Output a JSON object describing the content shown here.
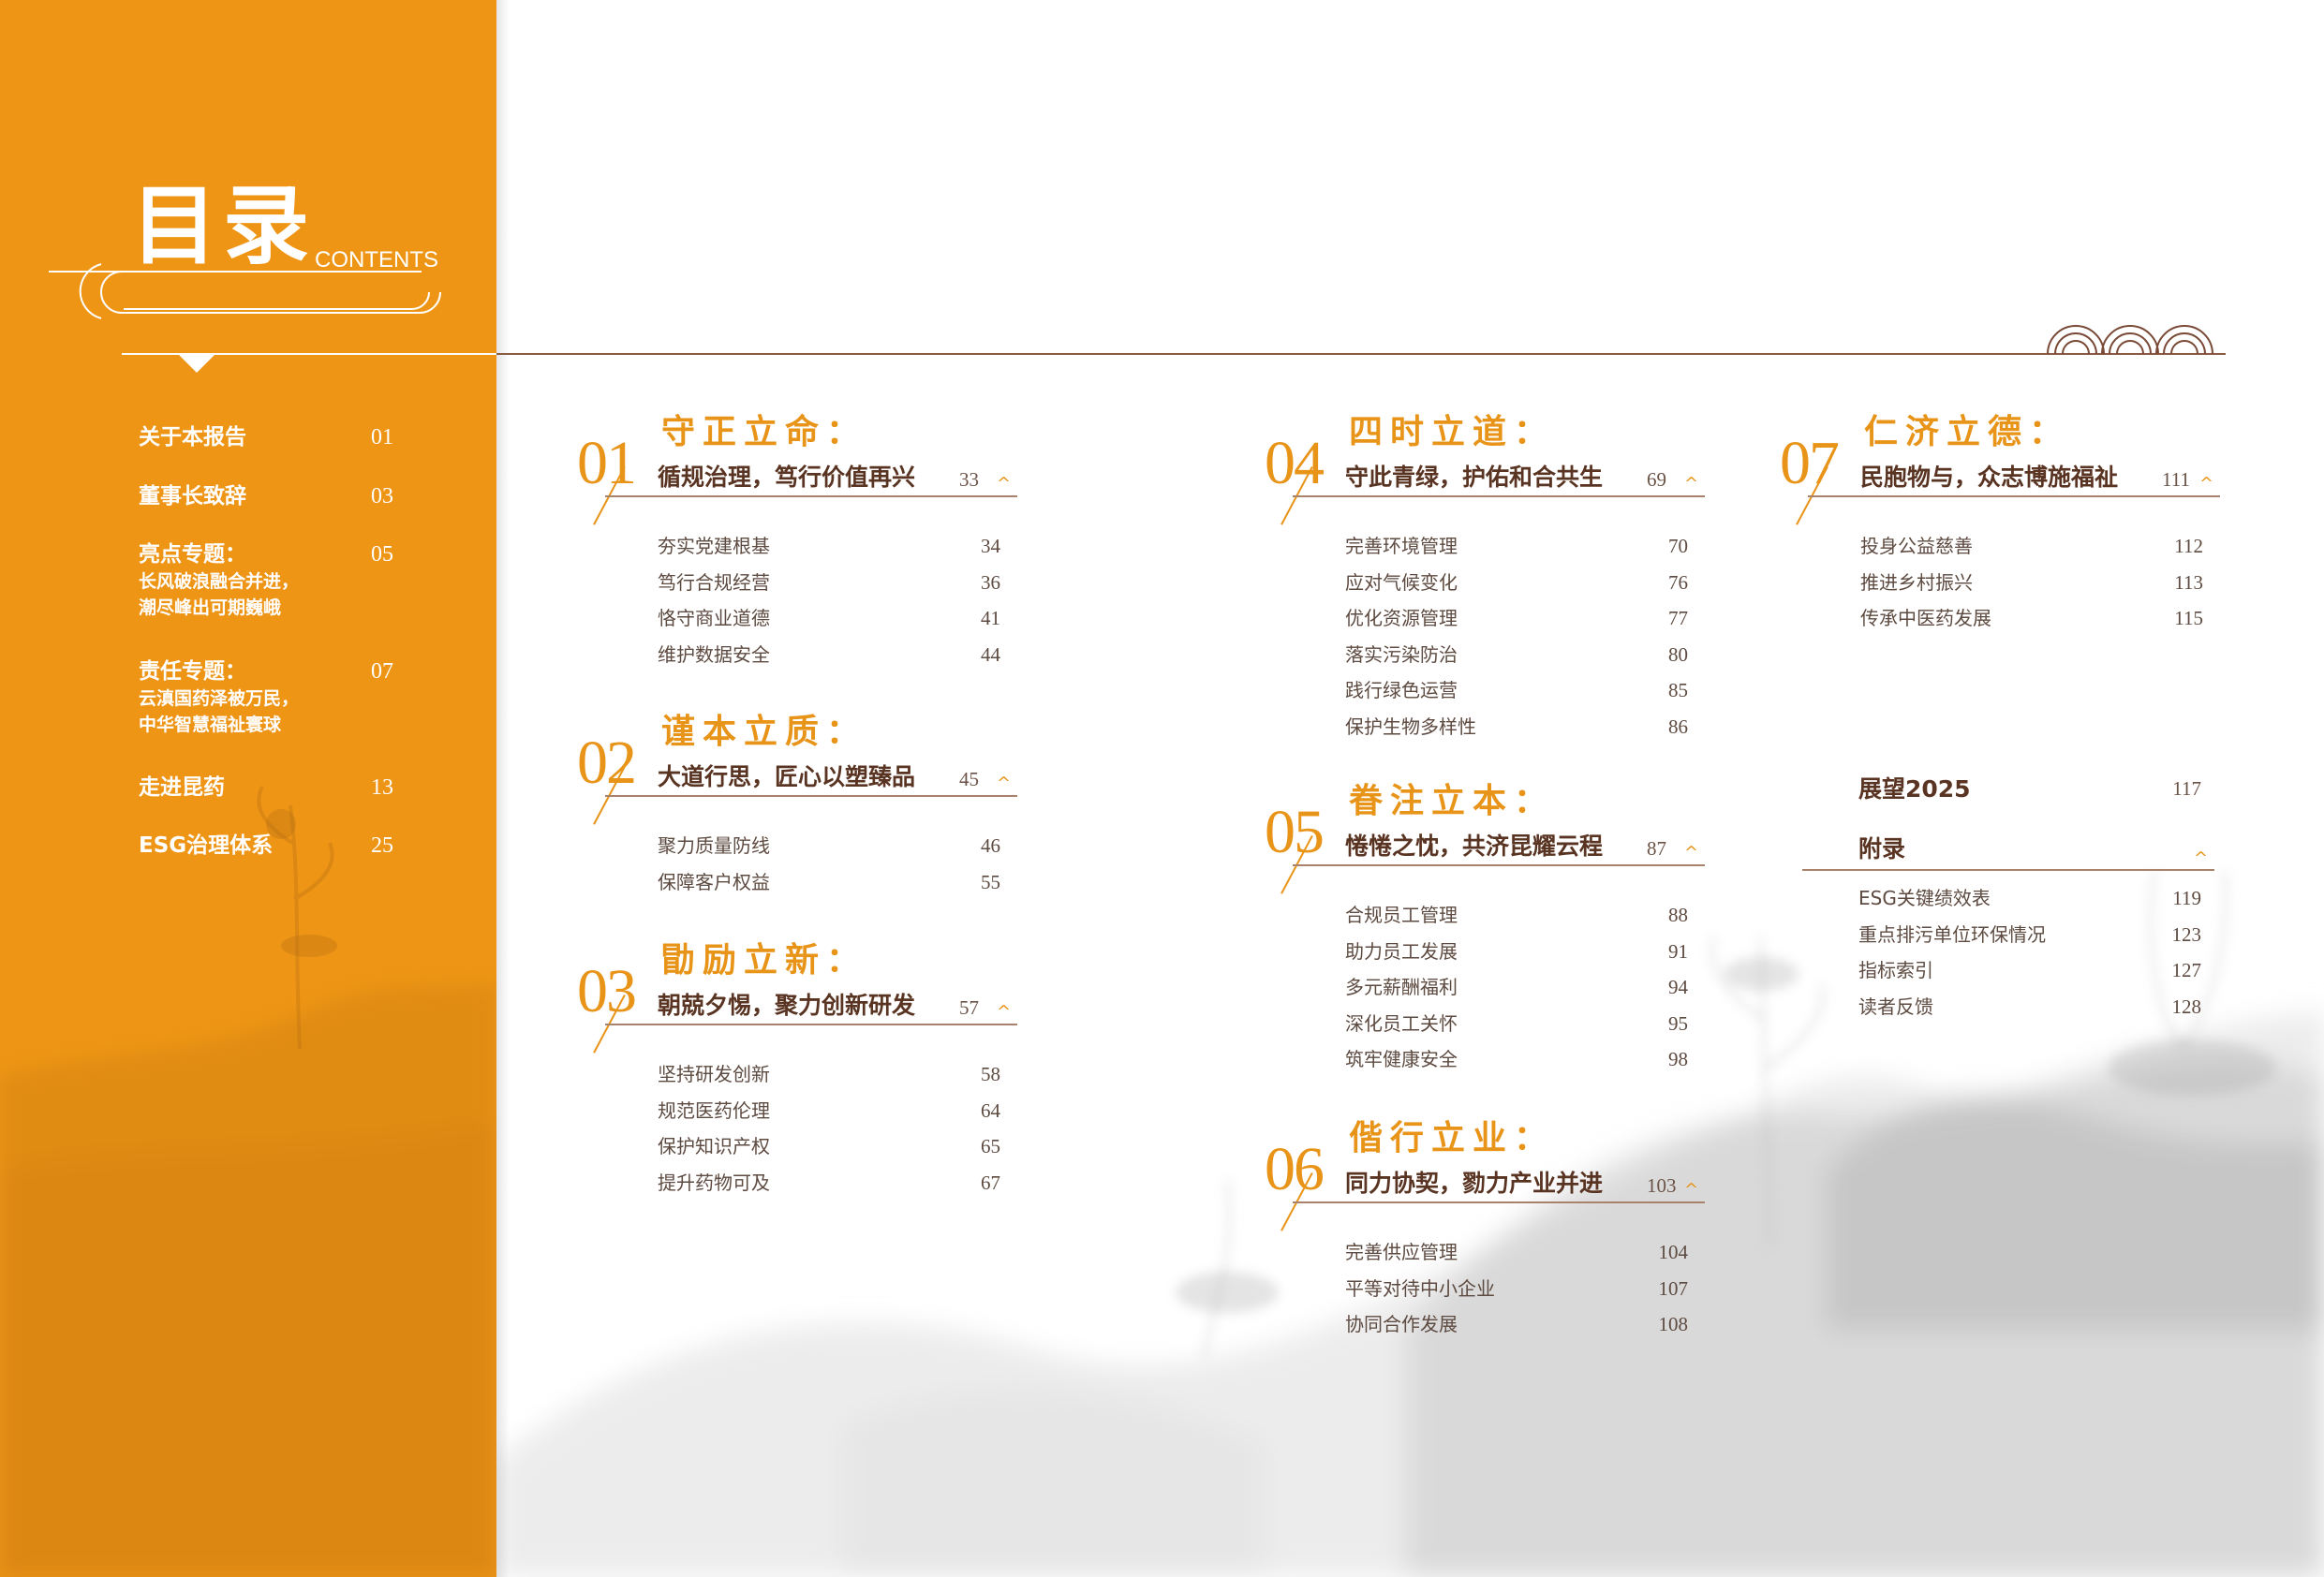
{
  "sidebar": {
    "title": "目录",
    "title_en": "CONTENTS",
    "items": [
      {
        "label": "关于本报告",
        "sub": [],
        "page": "01"
      },
      {
        "label": "董事长致辞",
        "sub": [],
        "page": "03"
      },
      {
        "label": "亮点专题：",
        "sub": [
          "长风破浪融合并进，",
          "潮尽峰出可期巍峨"
        ],
        "page": "05"
      },
      {
        "label": "责任专题：",
        "sub": [
          "云滇国药泽被万民，",
          "中华智慧福祉寰球"
        ],
        "page": "07"
      },
      {
        "label": "走进昆药",
        "sub": [],
        "page": "13"
      },
      {
        "label": "ESG治理体系",
        "sub": [],
        "page": "25"
      }
    ]
  },
  "chapters": [
    {
      "num": "01",
      "name": "守正立命：",
      "subtitle": "循规治理，笃行价值再兴",
      "page": "33",
      "entries": [
        {
          "label": "夯实党建根基",
          "page": "34"
        },
        {
          "label": "笃行合规经营",
          "page": "36"
        },
        {
          "label": "恪守商业道德",
          "page": "41"
        },
        {
          "label": "维护数据安全",
          "page": "44"
        }
      ]
    },
    {
      "num": "02",
      "name": "谨本立质：",
      "subtitle": "大道行思，匠心以塑臻品",
      "page": "45",
      "entries": [
        {
          "label": "聚力质量防线",
          "page": "46"
        },
        {
          "label": "保障客户权益",
          "page": "55"
        }
      ]
    },
    {
      "num": "03",
      "name": "勖励立新：",
      "subtitle": "朝兢夕惕，聚力创新研发",
      "page": "57",
      "entries": [
        {
          "label": "坚持研发创新",
          "page": "58"
        },
        {
          "label": "规范医药伦理",
          "page": "64"
        },
        {
          "label": "保护知识产权",
          "page": "65"
        },
        {
          "label": "提升药物可及",
          "page": "67"
        }
      ]
    },
    {
      "num": "04",
      "name": "四时立道：",
      "subtitle": "守此青绿，护佑和合共生",
      "page": "69",
      "entries": [
        {
          "label": "完善环境管理",
          "page": "70"
        },
        {
          "label": "应对气候变化",
          "page": "76"
        },
        {
          "label": "优化资源管理",
          "page": "77"
        },
        {
          "label": "落实污染防治",
          "page": "80"
        },
        {
          "label": "践行绿色运营",
          "page": "85"
        },
        {
          "label": "保护生物多样性",
          "page": "86"
        }
      ]
    },
    {
      "num": "05",
      "name": "眷注立本：",
      "subtitle": "惓惓之忱，共济昆耀云程",
      "page": "87",
      "entries": [
        {
          "label": "合规员工管理",
          "page": "88"
        },
        {
          "label": "助力员工发展",
          "page": "91"
        },
        {
          "label": "多元薪酬福利",
          "page": "94"
        },
        {
          "label": "深化员工关怀",
          "page": "95"
        },
        {
          "label": "筑牢健康安全",
          "page": "98"
        }
      ]
    },
    {
      "num": "06",
      "name": "偕行立业：",
      "subtitle": "同力协契，勠力产业并进",
      "page": "103",
      "entries": [
        {
          "label": "完善供应管理",
          "page": "104"
        },
        {
          "label": "平等对待中小企业",
          "page": "107"
        },
        {
          "label": "协同合作发展",
          "page": "108"
        }
      ]
    },
    {
      "num": "07",
      "name": "仁济立德：",
      "subtitle": "民胞物与，众志博施福祉",
      "page": "111",
      "entries": [
        {
          "label": "投身公益慈善",
          "page": "112"
        },
        {
          "label": "推进乡村振兴",
          "page": "113"
        },
        {
          "label": "传承中医药发展",
          "page": "115"
        }
      ]
    }
  ],
  "outlook": {
    "label": "展望2025",
    "page": "117"
  },
  "appendix": {
    "label": "附录",
    "entries": [
      {
        "label": "ESG关键绩效表",
        "page": "119"
      },
      {
        "label": "重点排污单位环保情况",
        "page": "123"
      },
      {
        "label": "指标索引",
        "page": "127"
      },
      {
        "label": "读者反馈",
        "page": "128"
      }
    ]
  },
  "colors": {
    "accent": "#ee9516",
    "brown": "#5a3422",
    "rule": "#a8826a"
  }
}
